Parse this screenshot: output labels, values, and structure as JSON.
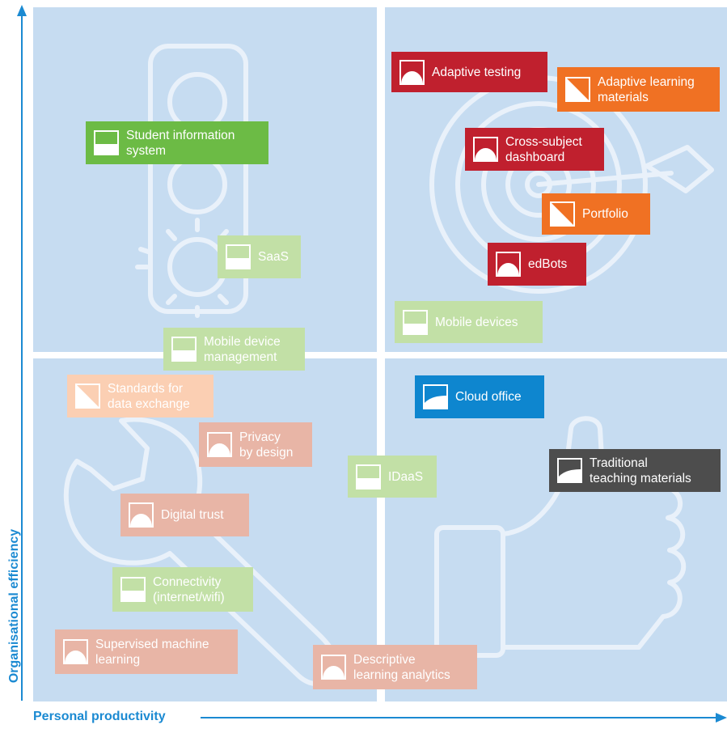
{
  "axes": {
    "x_label": "Personal productivity",
    "y_label": "Organisational efficiency"
  },
  "colors": {
    "background_quadrant": "#c6dcf1",
    "axis": "#1b8ad2",
    "red": "#c0202e",
    "orange": "#f07123",
    "green": "#6cbb45",
    "blue": "#0e86cf",
    "grey": "#4d4d4d",
    "light_green": "#c2e0a6",
    "light_salmon": "#e8b5a6",
    "light_peach": "#fbcfb3"
  },
  "items": [
    {
      "label": "Adaptive testing",
      "color": "red",
      "icon": "half-circle-icon"
    },
    {
      "label": "Adaptive learning\nmaterials",
      "color": "orange",
      "icon": "diagonal-icon"
    },
    {
      "label": "Cross-subject\ndashboard",
      "color": "red",
      "icon": "half-circle-icon"
    },
    {
      "label": "Portfolio",
      "color": "orange",
      "icon": "diagonal-icon"
    },
    {
      "label": "edBots",
      "color": "red",
      "icon": "half-circle-icon"
    },
    {
      "label": "Mobile devices",
      "color": "light_green",
      "icon": "half-fill-icon"
    },
    {
      "label": "Student information\nsystem",
      "color": "green",
      "icon": "half-fill-icon"
    },
    {
      "label": "SaaS",
      "color": "light_green",
      "icon": "half-fill-icon"
    },
    {
      "label": "Mobile device\nmanagement",
      "color": "light_green",
      "icon": "half-fill-icon"
    },
    {
      "label": "Standards for\ndata exchange",
      "color": "light_peach",
      "icon": "diagonal-icon"
    },
    {
      "label": "Privacy\nby design",
      "color": "light_salmon",
      "icon": "half-circle-icon"
    },
    {
      "label": "Cloud office",
      "color": "blue",
      "icon": "curve-icon"
    },
    {
      "label": "Traditional\nteaching materials",
      "color": "grey",
      "icon": "curve-icon"
    },
    {
      "label": "IDaaS",
      "color": "light_green",
      "icon": "half-fill-icon"
    },
    {
      "label": "Digital trust",
      "color": "light_salmon",
      "icon": "half-circle-icon"
    },
    {
      "label": "Connectivity\n(internet/wifi)",
      "color": "light_green",
      "icon": "half-fill-icon"
    },
    {
      "label": "Supervised machine\nlearning",
      "color": "light_salmon",
      "icon": "half-circle-icon"
    },
    {
      "label": "Descriptive\nlearning analytics",
      "color": "light_salmon",
      "icon": "half-circle-icon"
    }
  ]
}
